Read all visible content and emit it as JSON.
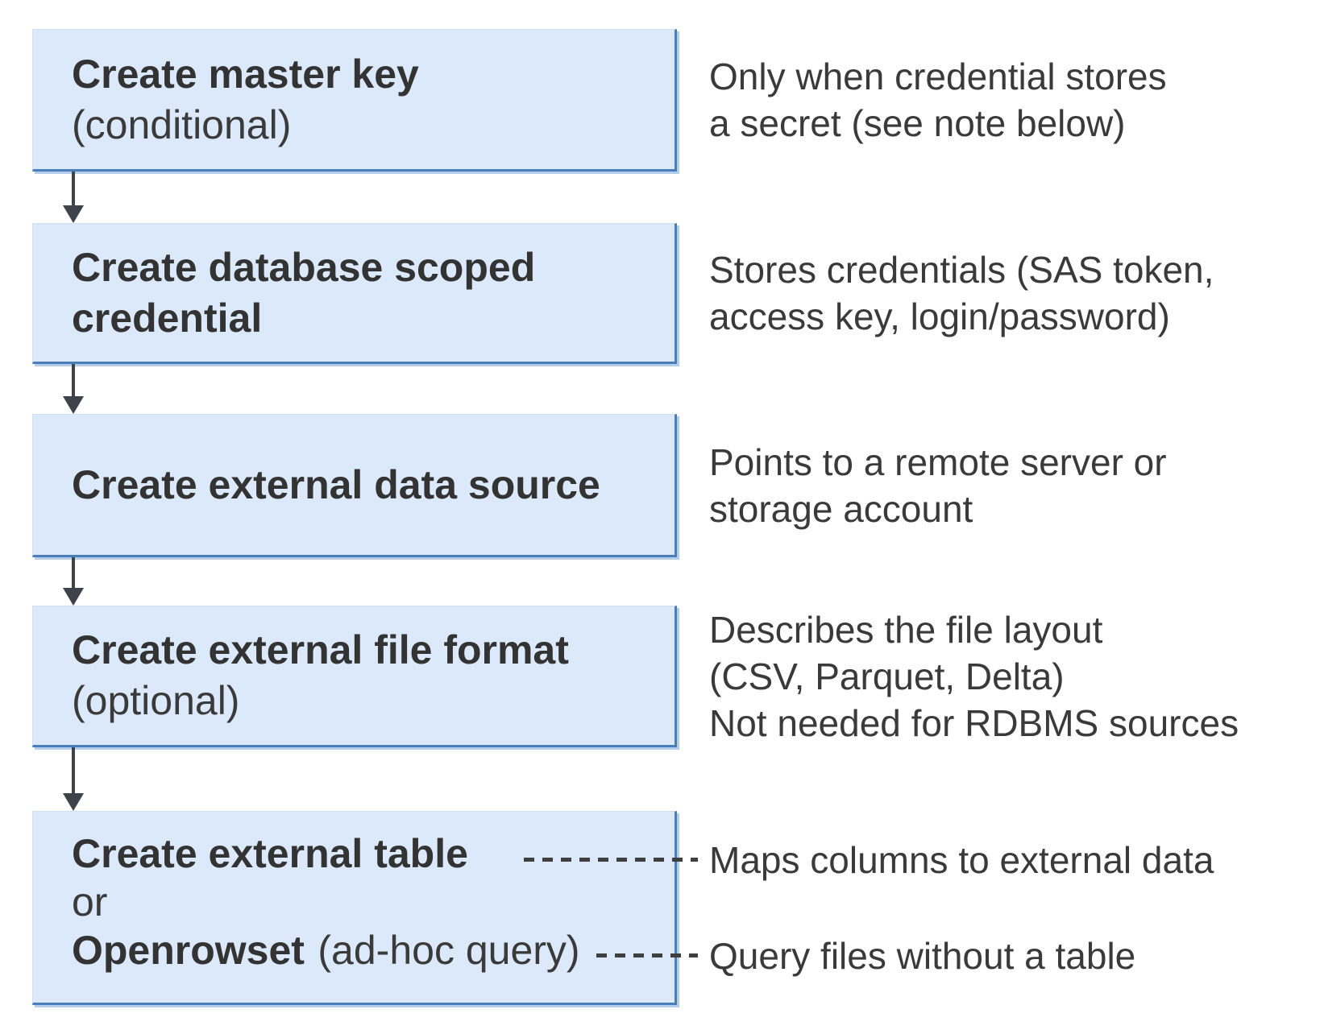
{
  "colors": {
    "box_fill": "#dce9fa",
    "box_border": "#4a7eb8",
    "box_border_light": "#b3cdea",
    "title_text": "#333333",
    "note_text": "#3a3a3a",
    "arrow": "#3d424b",
    "dash": "#3f3f3f"
  },
  "steps": [
    {
      "title": "Create master key",
      "subtitle": "(conditional)",
      "note_lines": [
        "Only when credential stores",
        "a secret (see note below)"
      ]
    },
    {
      "title_lines": [
        "Create database scoped",
        "credential"
      ],
      "note_lines": [
        "Stores credentials (SAS token,",
        "access key, login/password)"
      ]
    },
    {
      "title": "Create external data source",
      "note_lines": [
        "Points to a remote server or",
        "storage account"
      ]
    },
    {
      "title": "Create external file format",
      "subtitle": "(optional)",
      "note_lines": [
        "Describes the file layout",
        "(CSV, Parquet, Delta)",
        "Not needed for RDBMS sources"
      ]
    },
    {
      "title": "Create external table",
      "or_label": "or",
      "alt_title": "Openrowset",
      "alt_suffix": "(ad-hoc query)",
      "note_table": "Maps columns to external data",
      "note_query": "Query files without a table"
    }
  ]
}
